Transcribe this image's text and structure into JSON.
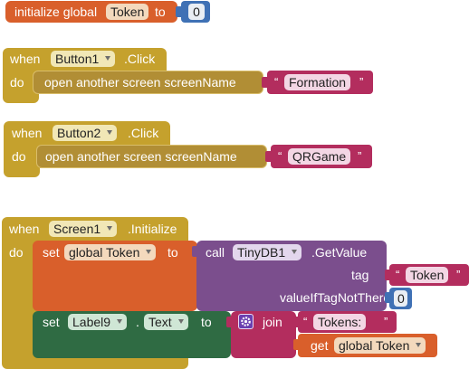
{
  "colors": {
    "event": "#c5a12d",
    "control": "#b18e35",
    "variable": "#d95f2b",
    "math": "#3f71b5",
    "text": "#b32d5e",
    "tinydb": "#7b4e8d",
    "label": "#2f6b43",
    "join_icon": "gear-icon"
  },
  "init_block": {
    "label": "initialize global",
    "name": "Token",
    "to": "to",
    "value": "0"
  },
  "button1_block": {
    "when": "when",
    "component": "Button1",
    "event": ".Click",
    "do": "do",
    "action": "open another screen  screenName",
    "screen_value": "Formation"
  },
  "button2_block": {
    "when": "when",
    "component": "Button2",
    "event": ".Click",
    "do": "do",
    "action": "open another screen  screenName",
    "screen_value": "QRGame"
  },
  "screen1_block": {
    "when": "when",
    "component": "Screen1",
    "event": ".Initialize",
    "do": "do",
    "set_label": "set",
    "set_var": "global Token",
    "to": "to",
    "call": "call",
    "db": "TinyDB1",
    "method": ".GetValue",
    "tag_label": "tag",
    "tag_value": "Token",
    "notthere_label": "valueIfTagNotThere",
    "notthere_value": "0",
    "set2_label": "set",
    "set2_component": "Label9",
    "dot": ".",
    "set2_prop": "Text",
    "to2": "to",
    "join": "join",
    "join_text": "Tokens: ",
    "get_label": "get",
    "get_var": "global Token"
  }
}
